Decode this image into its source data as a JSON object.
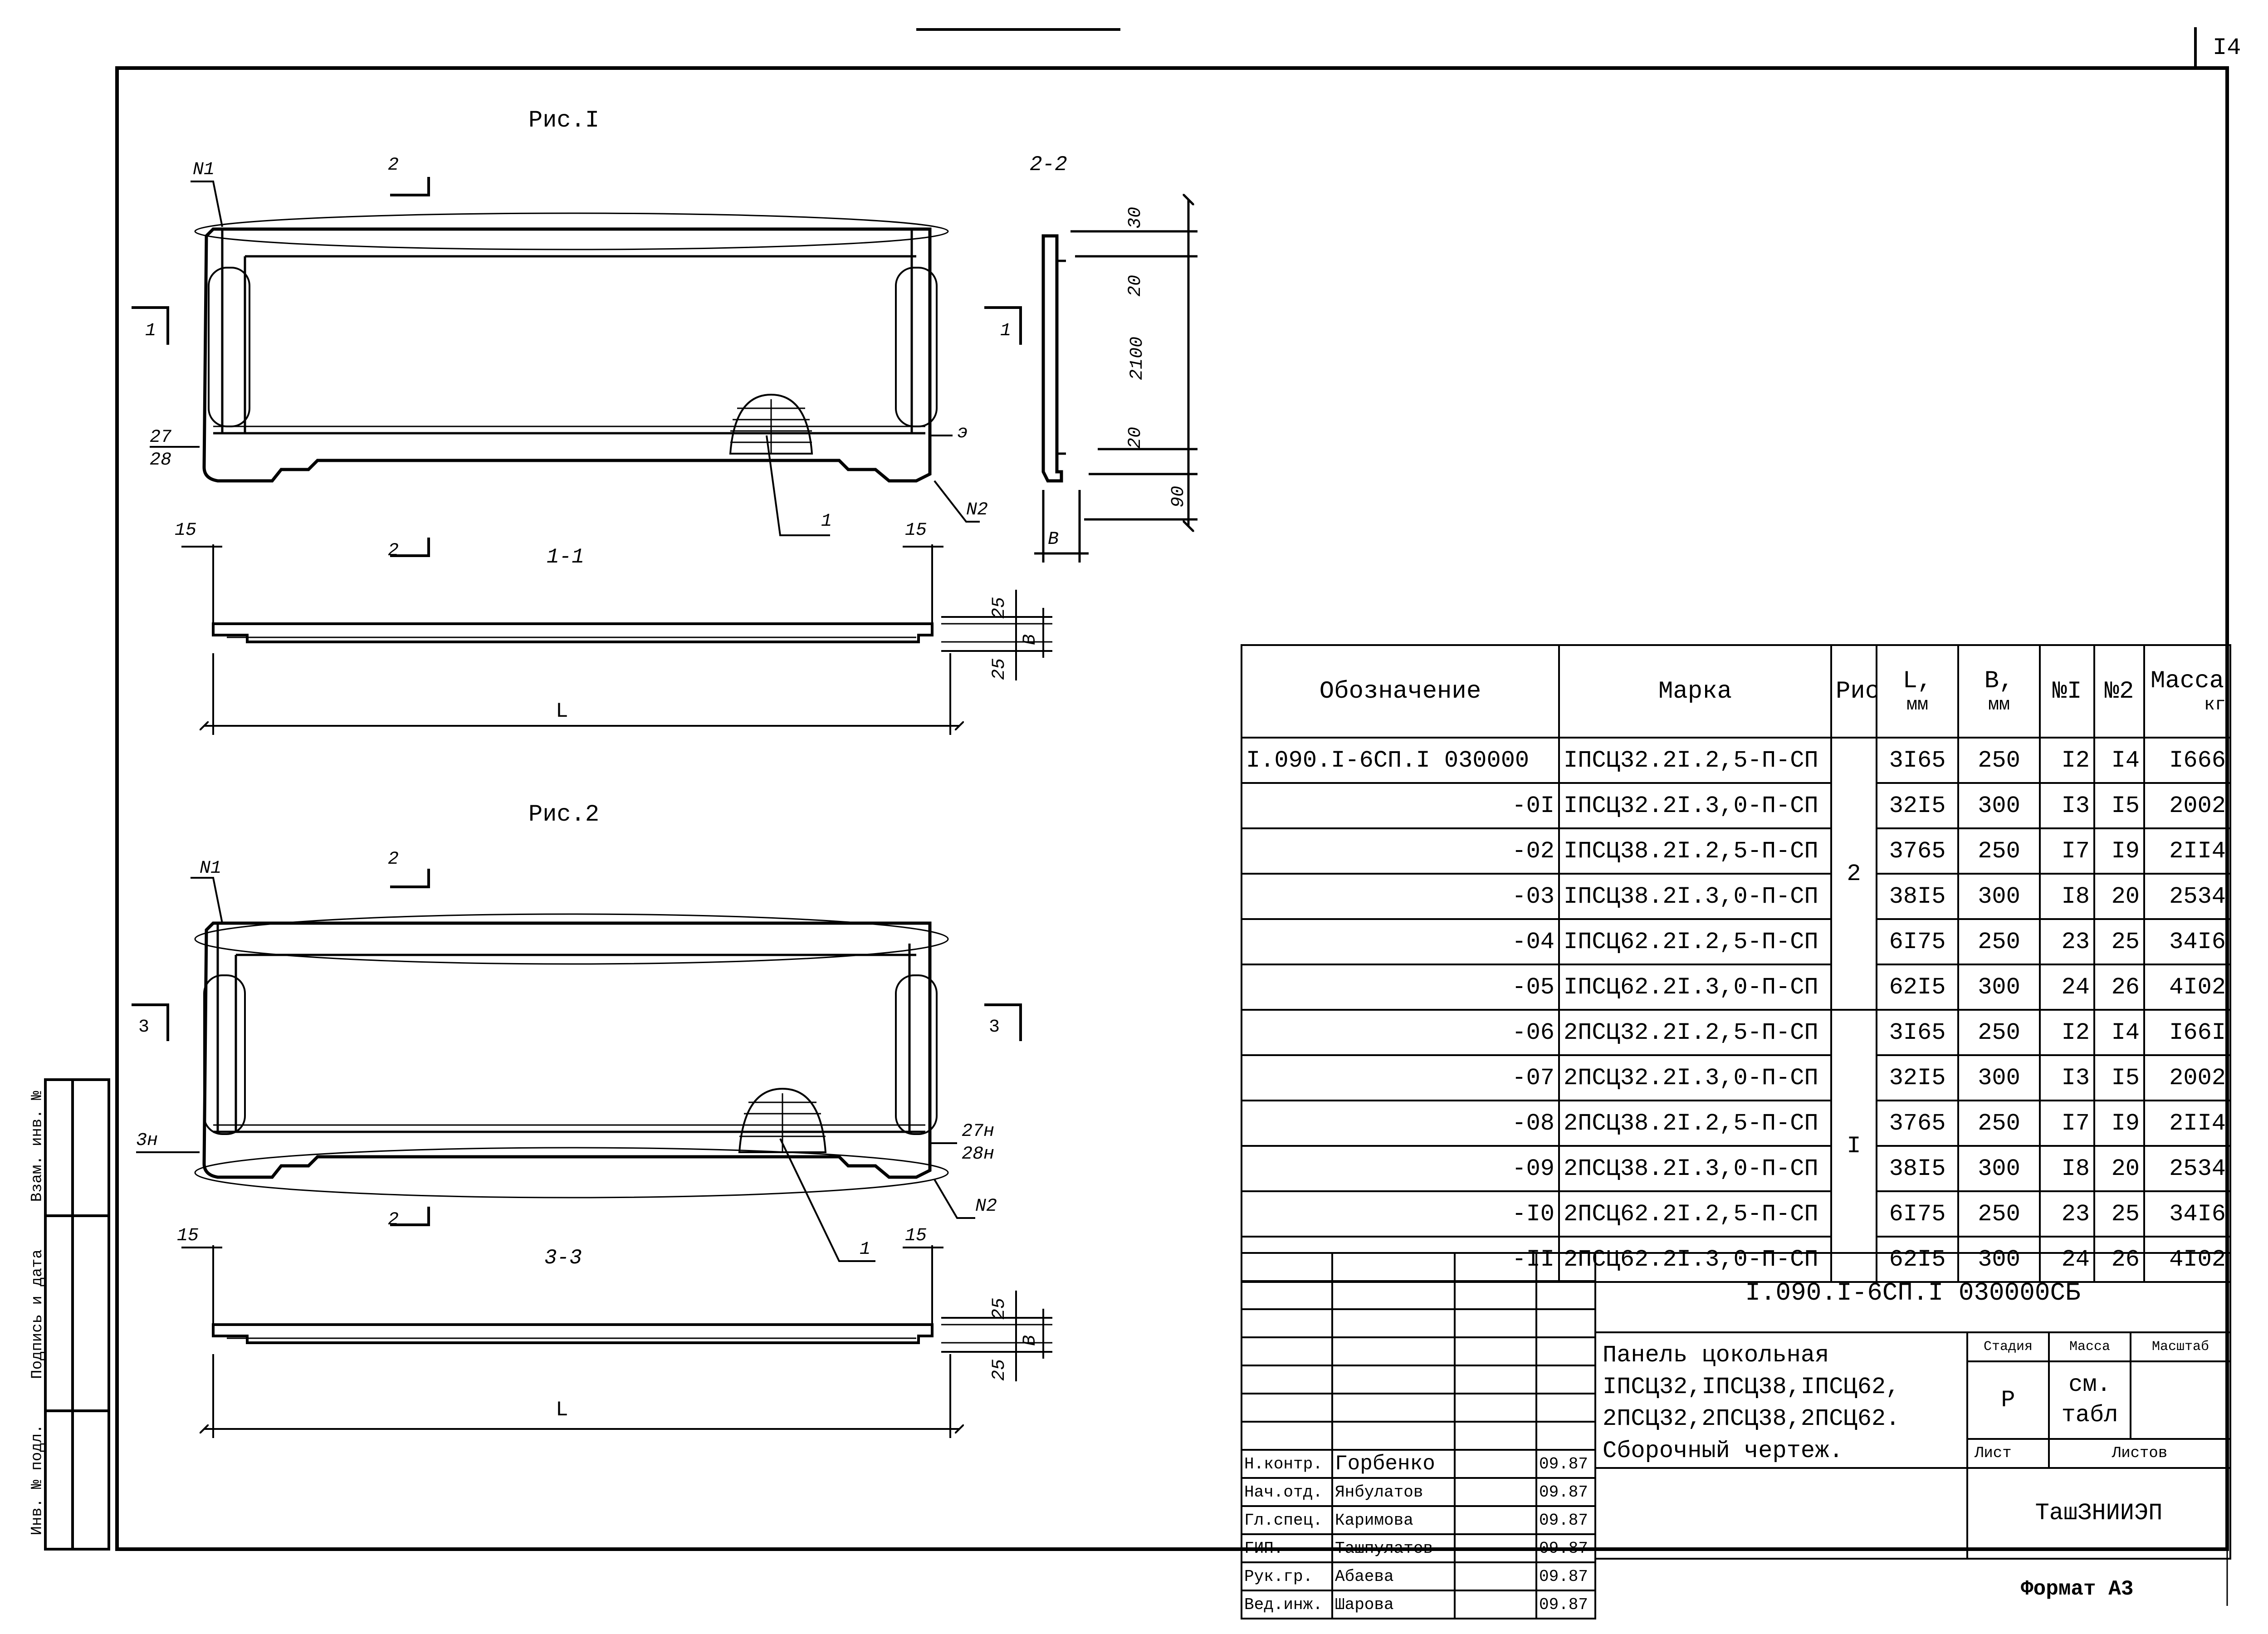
{
  "sheet": {
    "number": "I4",
    "format_label": "Формат А3"
  },
  "fig1": {
    "title": "Рис.I",
    "section_main": "1-1",
    "section_side": "2-2",
    "marks": {
      "n1": "N1",
      "n2": "N2",
      "m27": "27",
      "m28": "28",
      "e": "э",
      "one": "1",
      "two": "2",
      "s1": "1",
      "s15": "15",
      "L": "L"
    }
  },
  "fig2": {
    "title": "Рис.2",
    "section_main": "3-3",
    "marks": {
      "n1": "N1",
      "n2": "N2",
      "m3": "3",
      "m3n": "3н",
      "m27n": "27н",
      "m28n": "28н",
      "one": "1",
      "two": "2",
      "s15": "15",
      "L": "L"
    }
  },
  "dims": {
    "d30": "30",
    "d20": "20",
    "d2100": "2100",
    "d20b": "20",
    "d90": "90",
    "d25": "25",
    "B": "В"
  },
  "spec_table": {
    "headers": {
      "designation": "Обозначение",
      "mark": "Марка",
      "fig": "Рис.",
      "L": "L,",
      "L_unit": "мм",
      "B": "В,",
      "B_unit": "мм",
      "n1": "№I",
      "n2": "№2",
      "mass": "Масса",
      "mass_unit": "кг"
    },
    "rows": [
      {
        "designation": "I.090.I-6СП.I  030000",
        "mark": "IПСЦ32.2I.2,5-П-СП",
        "L": "3I65",
        "B": "250",
        "n1": "I2",
        "n2": "I4",
        "mass": "I666"
      },
      {
        "designation": "-0I",
        "mark": "IПСЦ32.2I.3,0-П-СП",
        "L": "32I5",
        "B": "300",
        "n1": "I3",
        "n2": "I5",
        "mass": "2002"
      },
      {
        "designation": "-02",
        "mark": "IПСЦ38.2I.2,5-П-СП",
        "L": "3765",
        "B": "250",
        "n1": "I7",
        "n2": "I9",
        "mass": "2II4"
      },
      {
        "designation": "-03",
        "mark": "IПСЦ38.2I.3,0-П-СП",
        "L": "38I5",
        "B": "300",
        "n1": "I8",
        "n2": "20",
        "mass": "2534"
      },
      {
        "designation": "-04",
        "mark": "IПСЦ62.2I.2,5-П-СП",
        "L": "6I75",
        "B": "250",
        "n1": "23",
        "n2": "25",
        "mass": "34I6"
      },
      {
        "designation": "-05",
        "mark": "IПСЦ62.2I.3,0-П-СП",
        "L": "62I5",
        "B": "300",
        "n1": "24",
        "n2": "26",
        "mass": "4I02"
      },
      {
        "designation": "-06",
        "mark": "2ПСЦ32.2I.2,5-П-СП",
        "L": "3I65",
        "B": "250",
        "n1": "I2",
        "n2": "I4",
        "mass": "I66I"
      },
      {
        "designation": "-07",
        "mark": "2ПСЦ32.2I.3,0-П-СП",
        "L": "32I5",
        "B": "300",
        "n1": "I3",
        "n2": "I5",
        "mass": "2002"
      },
      {
        "designation": "-08",
        "mark": "2ПСЦ38.2I.2,5-П-СП",
        "L": "3765",
        "B": "250",
        "n1": "I7",
        "n2": "I9",
        "mass": "2II4"
      },
      {
        "designation": "-09",
        "mark": "2ПСЦ38.2I.3,0-П-СП",
        "L": "38I5",
        "B": "300",
        "n1": "I8",
        "n2": "20",
        "mass": "2534"
      },
      {
        "designation": "-I0",
        "mark": "2ПСЦ62.2I.2,5-П-СП",
        "L": "6I75",
        "B": "250",
        "n1": "23",
        "n2": "25",
        "mass": "34I6"
      },
      {
        "designation": "-II",
        "mark": "2ПСЦ62.2I.3,0-П-СП",
        "L": "62I5",
        "B": "300",
        "n1": "24",
        "n2": "26",
        "mass": "4I02"
      }
    ],
    "fig_groups": {
      "group_a": "2",
      "group_b": "I"
    }
  },
  "title_block": {
    "doc_code": "I.090.I-6СП.I  030000СБ",
    "name_lines": [
      "Панель цокольная",
      "IПСЦ32,IПСЦ38,IПСЦ62,",
      "2ПСЦ32,2ПСЦ38,2ПСЦ62.",
      "Сборочный чертеж."
    ],
    "stage_label": "Стадия",
    "mass_label": "Масса",
    "scale_label": "Масштаб",
    "stage": "Р",
    "mass_value_1": "см.",
    "mass_value_2": "табл",
    "sheet_label": "Лист",
    "sheets_label": "Листов",
    "org": "ТашЗНИИЭП",
    "signatures": [
      {
        "role": "Н.контр.",
        "name": "Горбенко",
        "date": "09.87"
      },
      {
        "role": "Нач.отд.",
        "name": "Янбулатов",
        "date": "09.87"
      },
      {
        "role": "Гл.спец.",
        "name": "Каримова",
        "date": "09.87"
      },
      {
        "role": "ГИП.",
        "name": "Ташпулатов",
        "date": "09.87"
      },
      {
        "role": "Рук.гр.",
        "name": "Абаева",
        "date": "09.87"
      },
      {
        "role": "Вед.инж.",
        "name": "Шарова",
        "date": "09.87"
      }
    ]
  },
  "side_stamp": {
    "inv_orig": "Инв. № подл.",
    "sign_date": "Подпись и дата",
    "inv_replace": "Взам. инв. №"
  }
}
